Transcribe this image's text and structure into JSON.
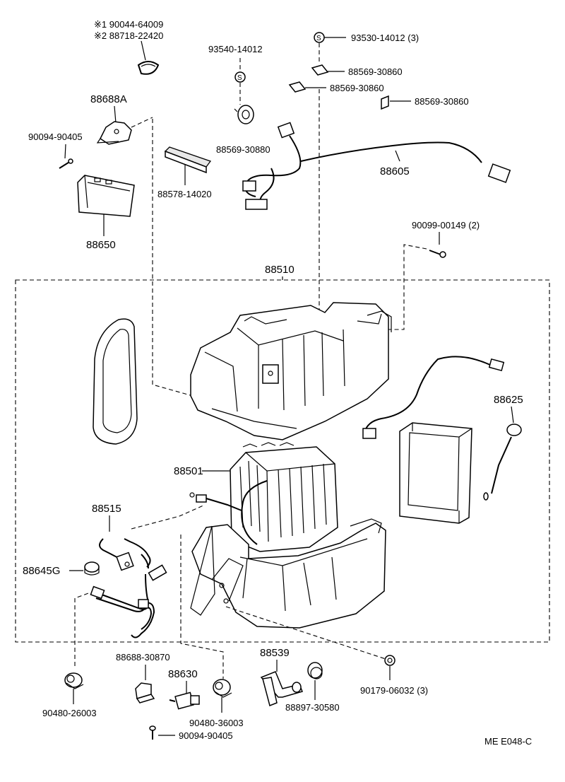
{
  "labels": {
    "top_star1": "※1 90044-64009",
    "top_star2": "※2 88718-22420",
    "p93540": "93540-14012",
    "p93530": "93530-14012 (3)",
    "p88569_a": "88569-30860",
    "p88569_b": "88569-30860",
    "p88569_c": "88569-30860",
    "p88688A": "88688A",
    "p90094_top": "90094-90405",
    "p88569_30880": "88569-30880",
    "p88578": "88578-14020",
    "p88605": "88605",
    "p88650": "88650",
    "p90099": "90099-00149 (2)",
    "p88510": "88510",
    "p88625": "88625",
    "p88501": "88501",
    "p88515": "88515",
    "p88645G": "88645G",
    "p88539": "88539",
    "p88688_30870": "88688-30870",
    "p88630": "88630",
    "p90480_26003": "90480-26003",
    "p90480_36003": "90480-36003",
    "p88897": "88897-30580",
    "p90179": "90179-06032 (3)",
    "p90094_bottom": "90094-90405",
    "ref_code": "ME  E048-C",
    "s_mark": "S"
  }
}
